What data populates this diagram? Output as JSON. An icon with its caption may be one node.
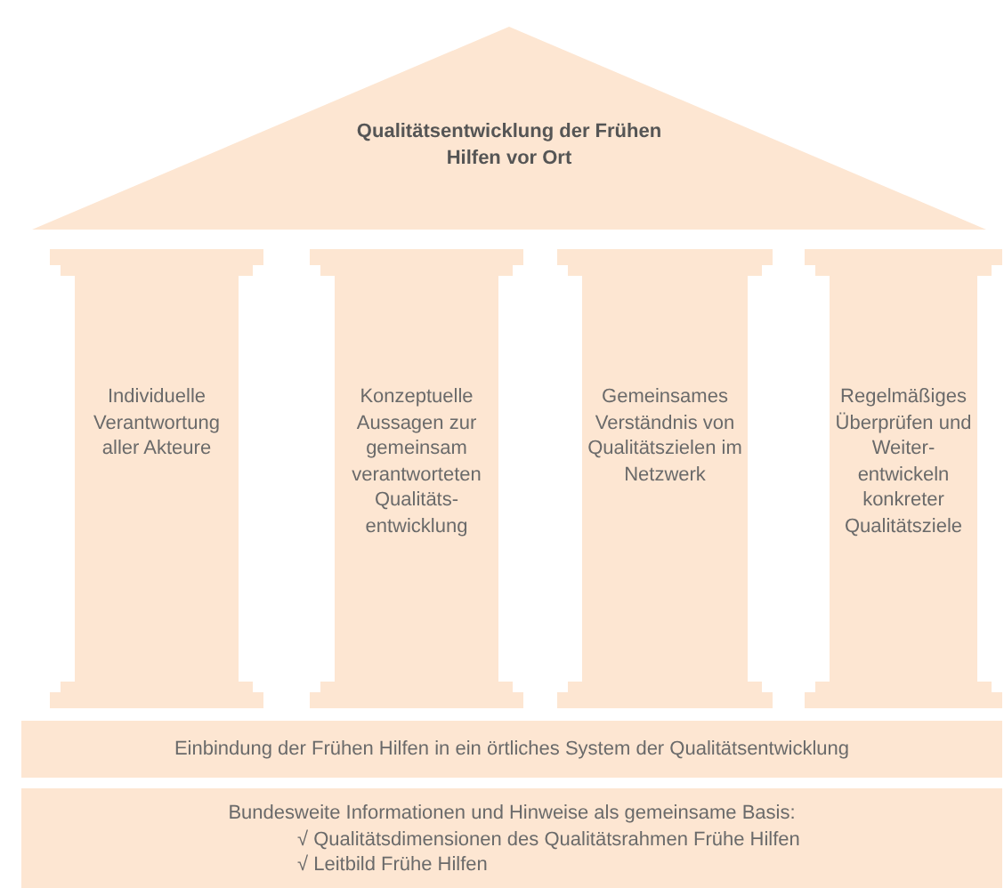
{
  "diagram": {
    "nodes": [
      {
        "text": [
          "Qualitätsentwicklung der Frühen Hilfen vor Ort"
        ]
      },
      {
        "text": [
          "Individuelle Verantwortung aller Akteure"
        ]
      },
      {
        "text": [
          "Konzeptuelle Aussagen zur gemeinsam verantworteten Qualitäts- entwicklung"
        ]
      },
      {
        "text": [
          "Gemeinsames Verständnis von Qualitätszielen im Netzwerk"
        ]
      },
      {
        "text": [
          "Regelmäßiges Überprüfen und Weiter- entwickeln konkreter Qualitätsziele"
        ]
      },
      {
        "text": [
          "Einbindung der Frühen Hilfen in ein örtliches System der Qualitätsentwicklung"
        ]
      },
      {
        "text": [
          "Bundesweite Informationen und Hinweise als gemeinsame Basis:",
          "√ Qualitätsdimensionen des Qualitätsrahmen Frühe Hilfen",
          "√ Leitbild Frühe Hilfen"
        ]
      }
    ],
    "edges": []
  }
}
